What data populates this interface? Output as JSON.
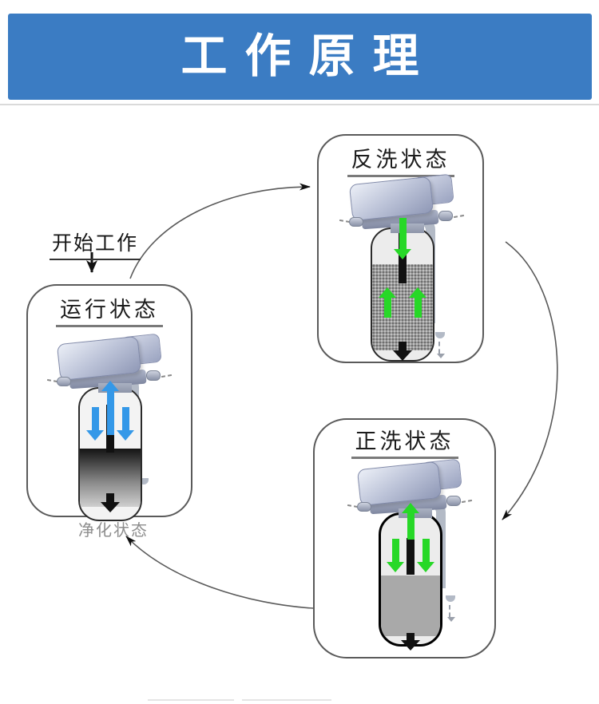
{
  "header": {
    "title": "工作原理"
  },
  "diagram": {
    "start_label": "开始工作",
    "purified_label": "净化状态",
    "panels": {
      "backwash": {
        "title": "反洗状态"
      },
      "running": {
        "title": "运行状态"
      },
      "forward": {
        "title": "正洗状态"
      }
    }
  },
  "colors": {
    "header_bg": "#3b7cc3",
    "header_text": "#ffffff",
    "flow_green": "#27d827",
    "flow_blue": "#3498e8",
    "drain_black": "#111111",
    "connector_gray": "#5a5a5a",
    "panel_border": "#5a5a5a",
    "pipe_gray": "#b3bac6",
    "label_gray": "#8d8d8d",
    "media_gray": "#a9a9a9"
  }
}
